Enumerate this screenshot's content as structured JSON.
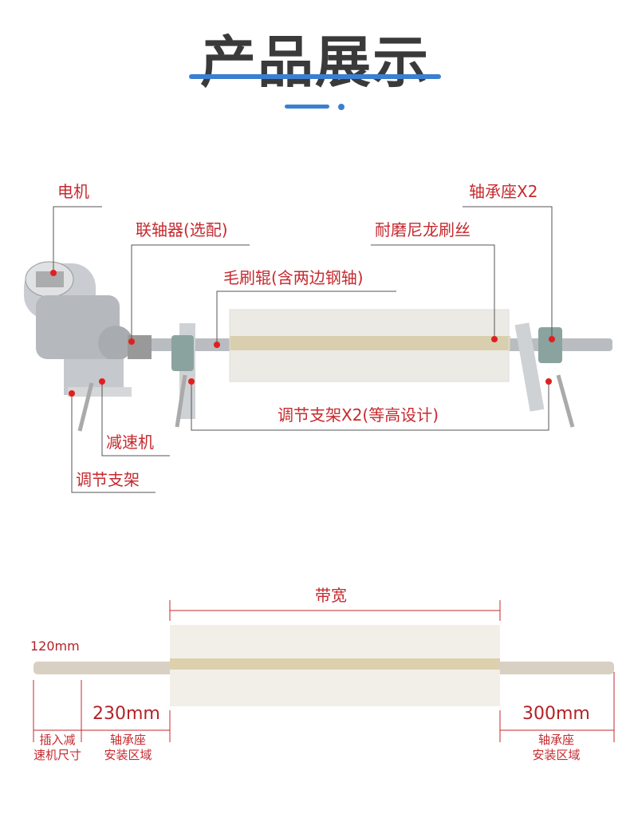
{
  "header": {
    "title": "产品展示",
    "accent_color": "#3b7fd0"
  },
  "assembly": {
    "labels": {
      "motor": "电机",
      "coupling": "联轴器(选配)",
      "brush_roller": "毛刷辊(含两边钢轴)",
      "nylon_bristles": "耐磨尼龙刷丝",
      "bearing_seat": "轴承座X2",
      "adjust_bracket_x2": "调节支架X2(等高设计)",
      "reducer": "减速机",
      "adjust_bracket": "调节支架"
    },
    "label_color": "#c62a2f"
  },
  "dimensions": {
    "belt_width": "带宽",
    "shaft_diameter": "120mm",
    "left_length": "230mm",
    "right_length": "300mm",
    "insert_reducer": [
      "插入减",
      "速机尺寸"
    ],
    "left_bearing_area": [
      "轴承座",
      "安装区域"
    ],
    "right_bearing_area": [
      "轴承座",
      "安装区域"
    ]
  }
}
